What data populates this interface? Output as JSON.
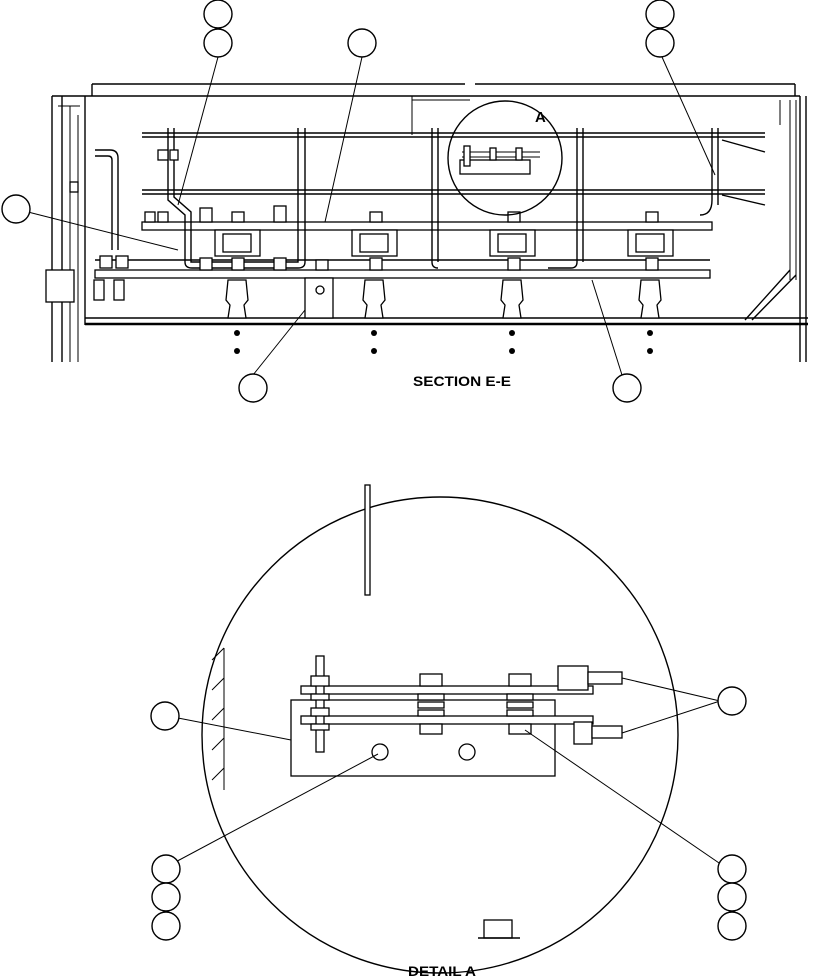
{
  "section_label": "SECTION E-E",
  "detail_label": "DETAIL A",
  "detail_callout": "A"
}
